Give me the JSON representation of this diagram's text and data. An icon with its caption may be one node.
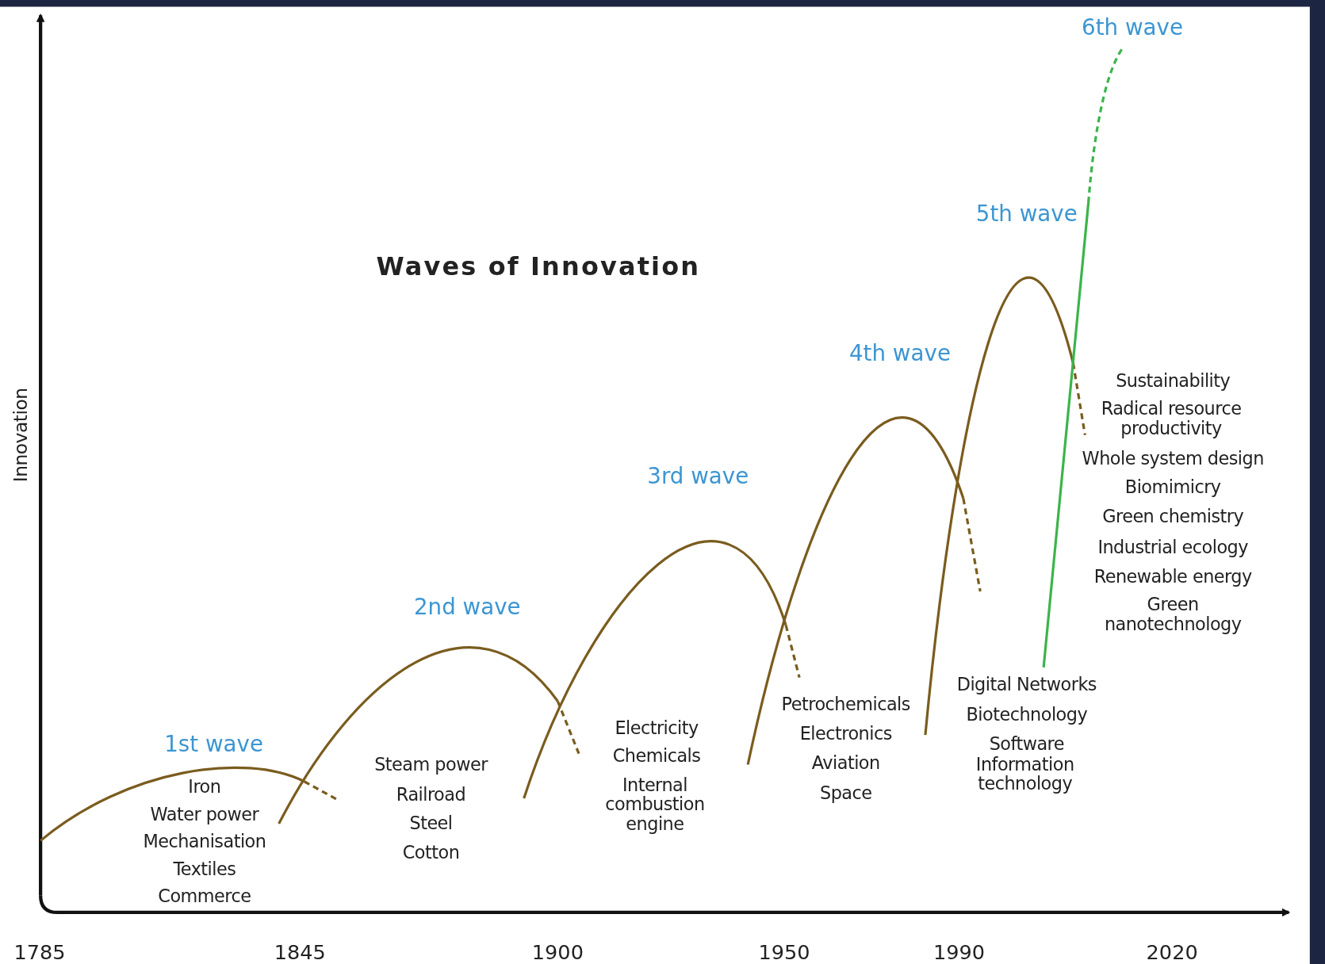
{
  "diagram": {
    "title": "Waves of Innovation",
    "labels": [
      "6th wave",
      "5th wave",
      "4th wave",
      "3rd wave",
      "2nd wave",
      "1st wave",
      "Sustainability",
      "Radical resource productivity",
      "Whole system design",
      "Biomimicry",
      "Green chemistry",
      "Industrial ecology",
      "Renewable energy",
      "Green nanotechnology",
      "Digital Networks",
      "Biotechnology",
      "Software",
      "Information technology",
      "Petrochemicals",
      "Electronics",
      "Aviation",
      "Space",
      "Electricity",
      "Chemicals",
      "Internal combustion engine",
      "Steam power",
      "Railroad",
      "Steel",
      "Cotton",
      "Iron",
      "Water power",
      "Mechanisation",
      "Textiles",
      "Commerce",
      "Innovation",
      "1785",
      "1845",
      "1900",
      "1950",
      "1990",
      "2020"
    ]
  }
}
